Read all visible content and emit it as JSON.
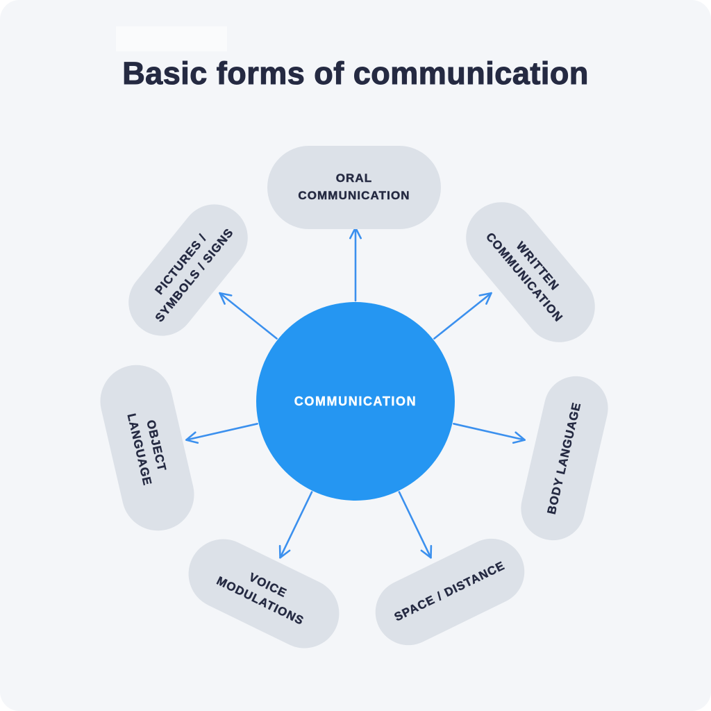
{
  "title": "Basic forms of communication",
  "center_node": {
    "label": "COMMUNICATION"
  },
  "nodes": [
    {
      "id": "oral-communication",
      "label": "ORAL COMMUNICATION",
      "lines": [
        "ORAL",
        "COMMUNICATION"
      ]
    },
    {
      "id": "written-communication",
      "label": "WRITTEN COMMUNICATION",
      "lines": [
        "WRITTEN",
        "COMMUNICATION"
      ]
    },
    {
      "id": "body-language",
      "label": "BODY LANGUAGE",
      "lines": [
        "BODY LANGUAGE"
      ]
    },
    {
      "id": "space-distance",
      "label": "SPACE / DISTANCE",
      "lines": [
        "SPACE / DISTANCE"
      ]
    },
    {
      "id": "voice-modulations",
      "label": "VOICE MODULATIONS",
      "lines": [
        "VOICE",
        "MODULATIONS"
      ]
    },
    {
      "id": "object-language",
      "label": "OBJECT LANGUAGE",
      "lines": [
        "OBJECT",
        "LANGUAGE"
      ]
    },
    {
      "id": "pictures-symbols-signs",
      "label": "PICTURES / SYMBOLS / SIGNS",
      "lines": [
        "PICTURES /",
        "SYMBOLS / SIGNS"
      ]
    }
  ],
  "colors": {
    "page": "#ffffff",
    "background": "#f4f6f9",
    "pill": "#dce1e8",
    "text": "#252a42",
    "circle": "#2596f2",
    "circle_text": "#ffffff",
    "arrow": "#3b90ee"
  }
}
